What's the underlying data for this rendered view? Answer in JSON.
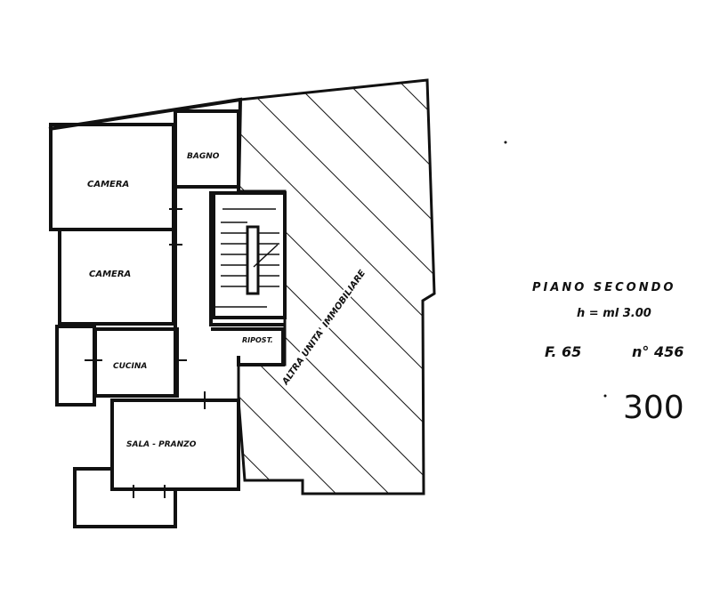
{
  "plan": {
    "rooms": {
      "camera_1": "CAMERA",
      "camera_2": "CAMERA",
      "bagno": "BAGNO",
      "cucina": "CUCINA",
      "sala_pranzo": "SALA - PRANZO",
      "ripostiglio": "RIPOST.",
      "other_unit": "ALTRA UNITA' IMMOBILIARE"
    }
  },
  "notes": {
    "floor": "PIANO SECONDO",
    "height": "h = ml 3.00",
    "foglio": "F. 65",
    "numero": "n° 456",
    "sheet_number": "300"
  },
  "colors": {
    "ink": "#111111",
    "paper": "#ffffff"
  }
}
